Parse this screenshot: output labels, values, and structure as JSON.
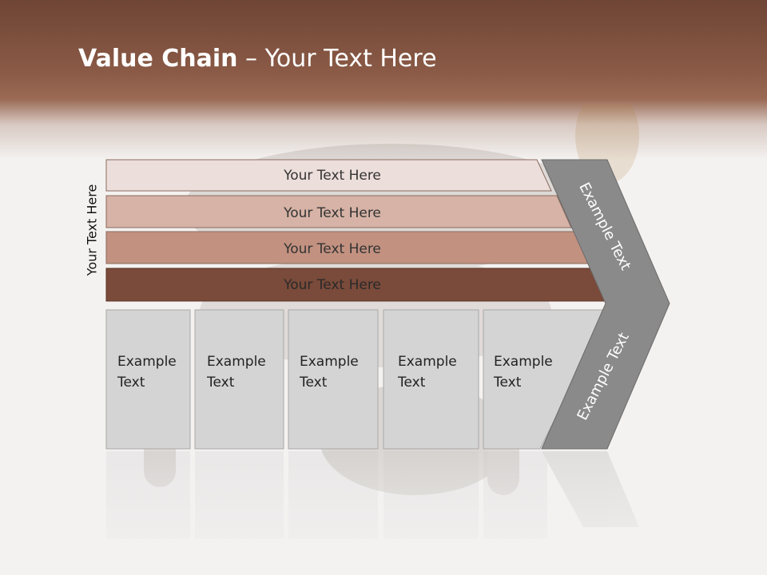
{
  "title": {
    "bold": "Value Chain",
    "rest": " – Your Text Here"
  },
  "side_label": "Your Text Here",
  "bars": [
    {
      "label": "Your Text Here",
      "color": "#ecdedb"
    },
    {
      "label": "Your Text Here",
      "color": "#d6b3a6"
    },
    {
      "label": "Your Text Here",
      "color": "#c29180"
    },
    {
      "label": "Your Text Here",
      "color": "#7a4a3a"
    }
  ],
  "boxes": [
    {
      "line1": "Example",
      "line2": "Text"
    },
    {
      "line1": "Example",
      "line2": "Text"
    },
    {
      "line1": "Example",
      "line2": "Text"
    },
    {
      "line1": "Example",
      "line2": "Text"
    },
    {
      "line1": "Example",
      "line2": "Text"
    }
  ],
  "chevron": {
    "upper_label": "Example Text",
    "lower_label": "Example Text",
    "color": "#8a8a8a"
  },
  "colors": {
    "box_fill": "#d4d4d4",
    "box_stroke": "#a8a8a8",
    "header": "#7a4b3a"
  }
}
